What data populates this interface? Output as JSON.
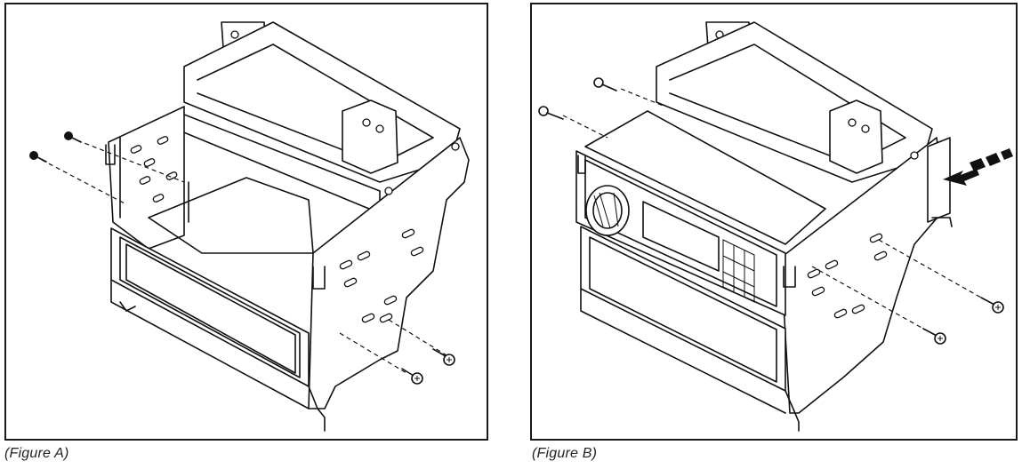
{
  "figures": [
    {
      "id": "a",
      "caption": "(Figure A)",
      "content": "mounting bracket with pocket, screws being inserted"
    },
    {
      "id": "b",
      "caption": "(Figure B)",
      "content": "radio installed into mounting bracket, screws being inserted"
    }
  ],
  "icons": [
    "screw-icon",
    "insert-arrow-icon"
  ]
}
